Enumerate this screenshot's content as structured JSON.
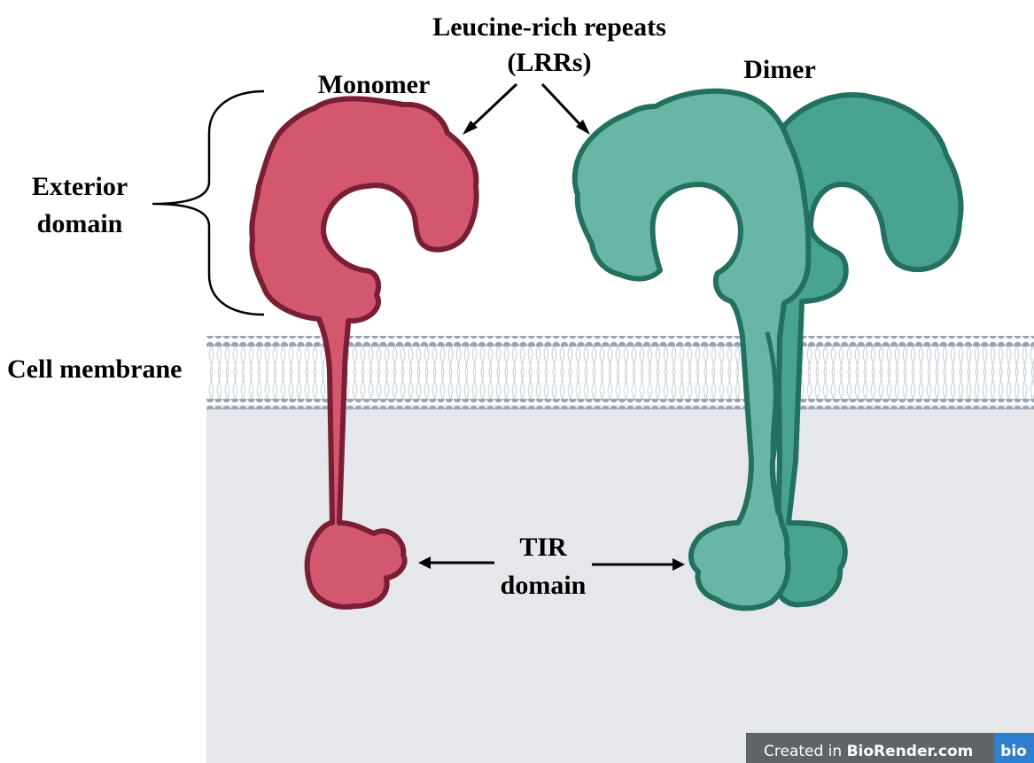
{
  "labels": {
    "lrr_line1": "Leucine-rich repeats",
    "lrr_line2": "(LRRs)",
    "monomer": "Monomer",
    "dimer": "Dimer",
    "exterior_line1": "Exterior",
    "exterior_line2": "domain",
    "cell_membrane": "Cell membrane",
    "tir_line1": "TIR",
    "tir_line2": "domain"
  },
  "watermark": {
    "prefix": "Created in ",
    "brand": "BioRender.com",
    "logo": "bio"
  },
  "colors": {
    "monomer_fill": "#d2576f",
    "monomer_stroke": "#7a1f33",
    "dimer_front_fill": "#68b7a4",
    "dimer_back_fill": "#48a48f",
    "dimer_stroke": "#237060",
    "cytoplasm": "#e6e7eb",
    "lipid_head": "#98a4b4",
    "watermark_bg": "#5f6468",
    "watermark_logo_bg": "#2f7fd0"
  }
}
